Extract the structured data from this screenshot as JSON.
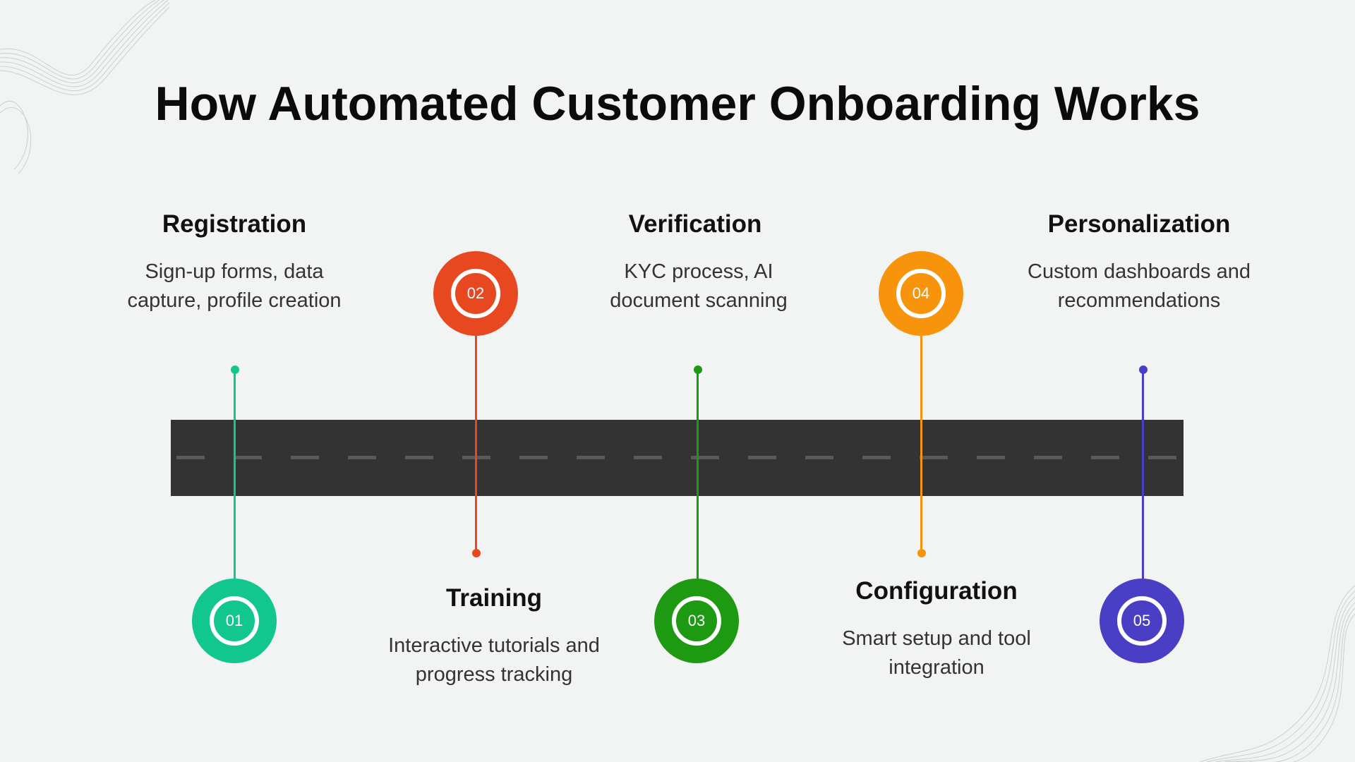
{
  "title": "How Automated Customer Onboarding Works",
  "colors": {
    "background": "#f1f4f2",
    "road": "#333333",
    "road_dash": "#5a5a5a"
  },
  "steps": [
    {
      "number": "01",
      "title": "Registration",
      "description": "Sign-up forms, data capture, profile creation",
      "color": "#12c78e"
    },
    {
      "number": "02",
      "title": "Training",
      "description": "Interactive tutorials and progress tracking",
      "color": "#e8481f"
    },
    {
      "number": "03",
      "title": "Verification",
      "description": "KYC process, AI document scanning",
      "color": "#1d9a12"
    },
    {
      "number": "04",
      "title": "Configuration",
      "description": "Smart setup and tool integration",
      "color": "#f7940c"
    },
    {
      "number": "05",
      "title": "Personalization",
      "description": "Custom dashboards and recommendations",
      "color": "#4a3fc4"
    }
  ]
}
